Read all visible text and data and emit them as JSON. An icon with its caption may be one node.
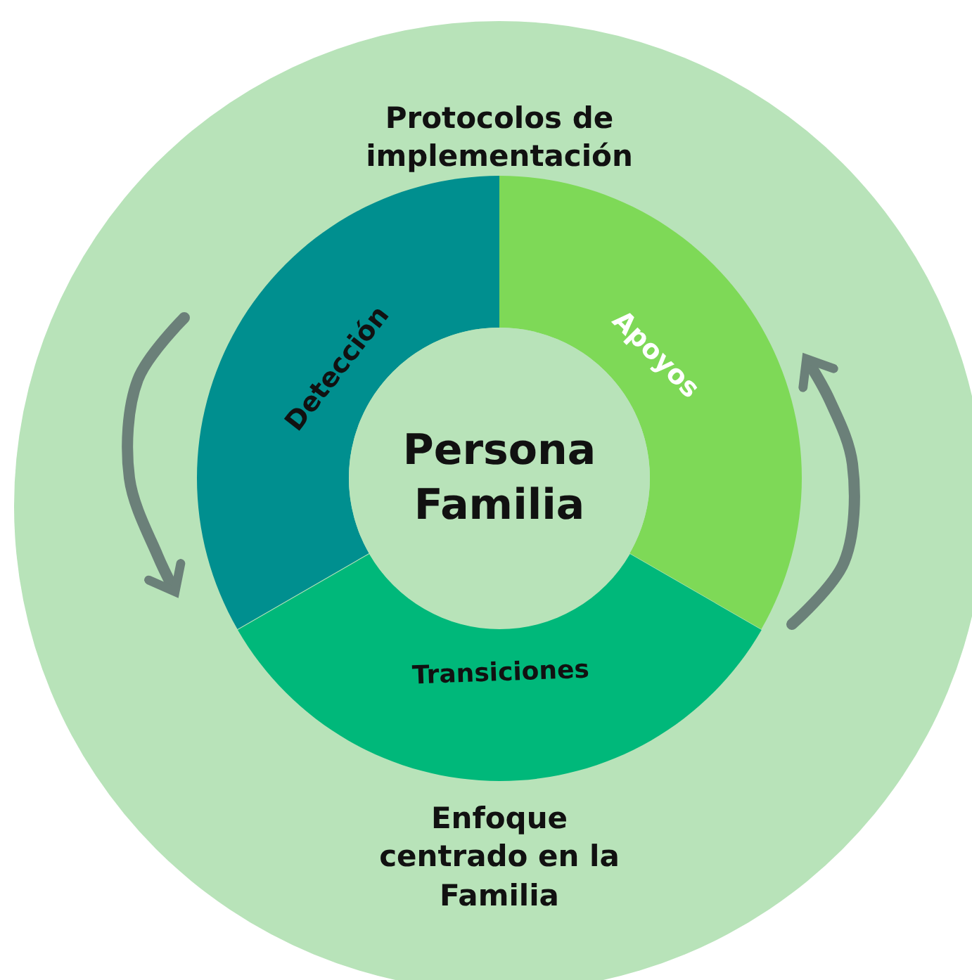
{
  "diagram": {
    "nodes": [
      {
        "text": [
          "Protocolos de implementación",
          "Enfoque centrado en la Familia"
        ]
      },
      {
        "text": [
          "Detección"
        ],
        "in": 0
      },
      {
        "text": [
          "Apoyos"
        ],
        "in": 0
      },
      {
        "text": [
          "Persona Familia"
        ],
        "in": 0
      },
      {
        "text": [
          "Transiciones"
        ],
        "in": 0
      }
    ]
  }
}
